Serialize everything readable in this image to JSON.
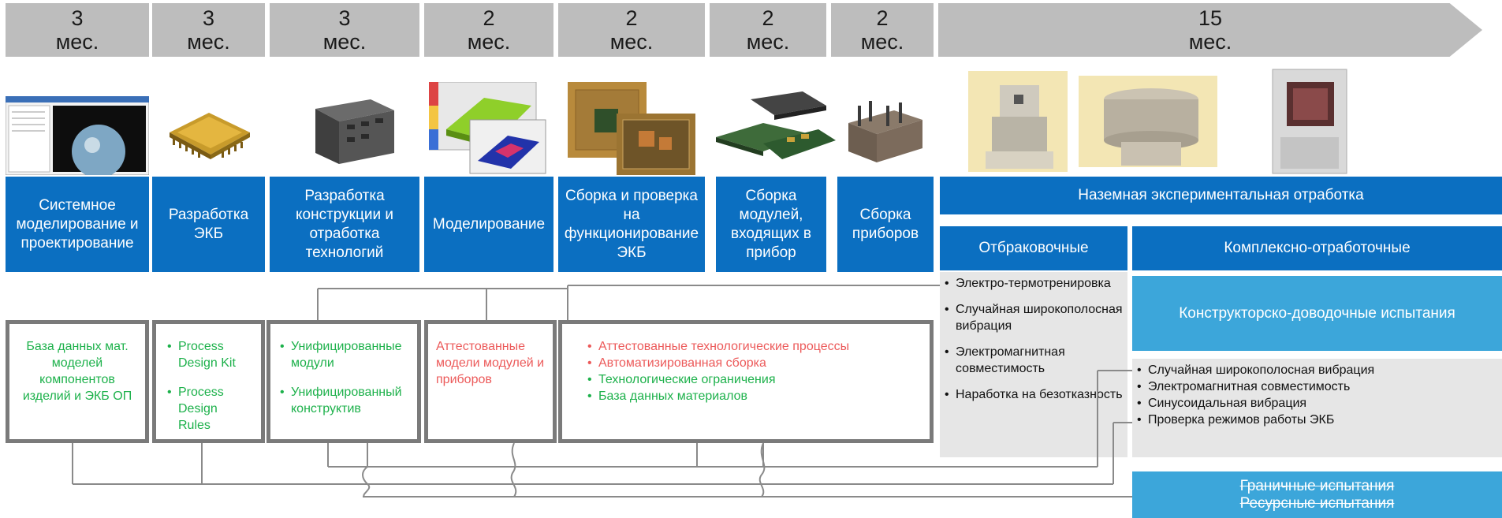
{
  "durations": [
    {
      "n": "3",
      "u": "мес."
    },
    {
      "n": "3",
      "u": "мес."
    },
    {
      "n": "3",
      "u": "мес."
    },
    {
      "n": "2",
      "u": "мес."
    },
    {
      "n": "2",
      "u": "мес."
    },
    {
      "n": "2",
      "u": "мес."
    },
    {
      "n": "2",
      "u": "мес."
    },
    {
      "n": "15",
      "u": "мес."
    }
  ],
  "phases": [
    "Системное моделирование и проектирование",
    "Разработка ЭКБ",
    "Разработка конструкции и отработка технологий",
    "Моделирование",
    "Сборка и проверка на функционирование ЭКБ",
    "Сборка модулей, входящих в прибор",
    "Сборка приборов"
  ],
  "ground": {
    "title": "Наземная экспериментальная отработка",
    "screening": {
      "title": "Отбраковочные",
      "items": [
        "Электро-термотренировка",
        "Случайная широкополосная вибрация",
        "Электромагнитная совместимость",
        "Наработка на безотказность"
      ]
    },
    "complex": {
      "title": "Комплексно-отработочные",
      "design_tests": "Конструкторско-доводочные испытания",
      "items": [
        "Случайная широкополосная вибрация",
        "Электромагнитная совместимость",
        "Синусоидальная вибрация",
        "Проверка режимов работы ЭКБ"
      ],
      "limit_tests": "Граничные испытания",
      "resource_tests": "Ресурсные испытания"
    }
  },
  "outputs": {
    "box1": "База данных мат. моделей компонентов изделий и ЭКБ ОП",
    "box2": [
      "Process Design Kit",
      "Process Design Rules"
    ],
    "box3": [
      "Унифицированные модули",
      "Унифицированный конструктив"
    ],
    "box4": "Аттестованные модели модулей и приборов",
    "box5_red": [
      "Аттестованные технологические процессы",
      "Автоматизированная сборка"
    ],
    "box5_green": [
      "Технологические ограничения",
      "База данных материалов"
    ]
  },
  "colors": {
    "phase_blue": "#0b6fc1",
    "light_blue": "#3ca6da",
    "duration_grey": "#bdbdbd",
    "green_text": "#1db14b",
    "red_text": "#ec5a5a",
    "grey_panel": "#e6e6e6"
  }
}
